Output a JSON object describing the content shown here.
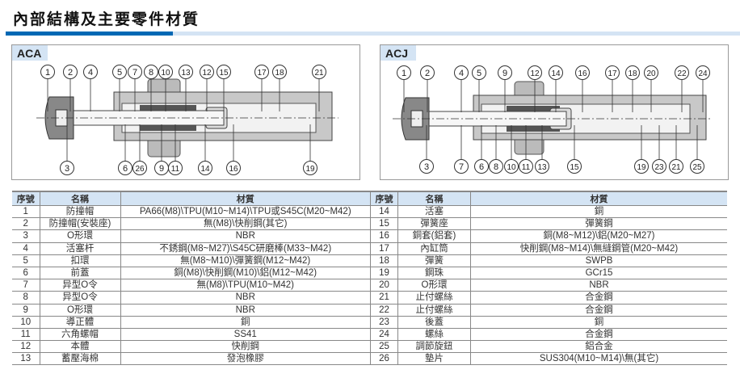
{
  "title": "內部結構及主要零件材質",
  "aca": {
    "label": "ACA",
    "top": [
      "1",
      "2",
      "4",
      "5",
      "7",
      "8",
      "10",
      "13",
      "12",
      "15",
      "17",
      "18",
      "21"
    ],
    "bottom": [
      "3",
      "6",
      "26",
      "9",
      "11",
      "14",
      "16",
      "19"
    ]
  },
  "acj": {
    "label": "ACJ",
    "top": [
      "1",
      "2",
      "4",
      "5",
      "9",
      "12",
      "14",
      "16",
      "17",
      "18",
      "20",
      "22",
      "24"
    ],
    "bottom": [
      "3",
      "7",
      "6",
      "8",
      "10",
      "11",
      "13",
      "15",
      "19",
      "23",
      "21",
      "25"
    ]
  },
  "table": {
    "headers": [
      "序號",
      "名稱",
      "材質"
    ],
    "left": [
      [
        "1",
        "防撞帽",
        "PA66(M8)\\TPU(M10~M14)\\TPU或S45C(M20~M42)"
      ],
      [
        "2",
        "防撞帽(安裝座)",
        "無(M8)\\快削鋼(其它)"
      ],
      [
        "3",
        "O形環",
        "NBR"
      ],
      [
        "4",
        "活塞杆",
        "不銹鋼(M8~M27)\\S45C研磨棒(M33~M42)"
      ],
      [
        "5",
        "扣環",
        "無(M8~M10)\\彈簧鋼(M12~M42)"
      ],
      [
        "6",
        "前蓋",
        "銅(M8)\\快削鋼(M10)\\鋁(M12~M42)"
      ],
      [
        "7",
        "异型O令",
        "無(M8)\\TPU(M10~M42)"
      ],
      [
        "8",
        "异型O令",
        "NBR"
      ],
      [
        "9",
        "O形環",
        "NBR"
      ],
      [
        "10",
        "導正體",
        "銅"
      ],
      [
        "11",
        "六角螺帽",
        "SS41"
      ],
      [
        "12",
        "本體",
        "快削鋼"
      ],
      [
        "13",
        "蓄壓海棉",
        "發泡橡膠"
      ]
    ],
    "right": [
      [
        "14",
        "活塞",
        "銅"
      ],
      [
        "15",
        "彈簧座",
        "彈簧鋼"
      ],
      [
        "16",
        "銅套(鋁套)",
        "銅(M8~M12)\\鋁(M20~M27)"
      ],
      [
        "17",
        "內缸筒",
        "快削鋼(M8~M14)\\無縫鋼管(M20~M42)"
      ],
      [
        "18",
        "彈簧",
        "SWPB"
      ],
      [
        "19",
        "鋼珠",
        "GCr15"
      ],
      [
        "20",
        "O形環",
        "NBR"
      ],
      [
        "21",
        "止付螺絲",
        "合金鋼"
      ],
      [
        "22",
        "止付螺絲",
        "合金鋼"
      ],
      [
        "23",
        "後蓋",
        "銅"
      ],
      [
        "24",
        "螺絲",
        "合金鋼"
      ],
      [
        "25",
        "調節旋鈕",
        "鋁合金"
      ],
      [
        "26",
        "墊片",
        "SUS304(M10~M14)\\無(其它)"
      ]
    ]
  }
}
